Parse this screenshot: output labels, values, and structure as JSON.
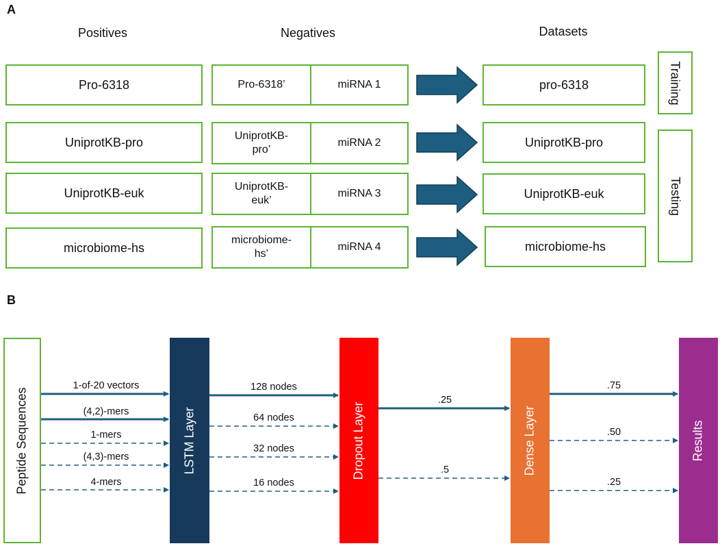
{
  "panelA": {
    "letter": "A",
    "headers": {
      "positives": "Positives",
      "negatives": "Negatives",
      "datasets": "Datasets"
    },
    "rows": [
      {
        "positive": "Pro-6318",
        "negative_left": "Pro-6318’",
        "negative_right": "miRNA 1",
        "dataset": "pro-6318"
      },
      {
        "positive": "UniprotKB-pro",
        "negative_left": "UniprotKB-\npro’",
        "negative_right": "miRNA 2",
        "dataset": "UniprotKB-pro"
      },
      {
        "positive": "UniprotKB-euk",
        "negative_left": "UniprotKB-\neuk’",
        "negative_right": "miRNA 3",
        "dataset": "UniprotKB-euk"
      },
      {
        "positive": "microbiome-hs",
        "negative_left": "microbiome-\nhs’",
        "negative_right": "miRNA 4",
        "dataset": "microbiome-hs"
      }
    ],
    "side_labels": {
      "training": "Training",
      "testing": "Testing"
    },
    "colors": {
      "border": "#5cb531",
      "arrow": "#1d5e80"
    }
  },
  "panelB": {
    "letter": "B",
    "nodes": {
      "input": "Peptide Sequences",
      "lstm": "LSTM Layer",
      "dropout": "Dropout Layer",
      "dense": "Dense Layer",
      "results": "Results"
    },
    "colors": {
      "lstm": "#173a5c",
      "dropout": "#ff0000",
      "dense": "#e97132",
      "results": "#9b2d8e",
      "edge": "#1d5e80",
      "input_border": "#5cb531"
    },
    "edges_input_lstm": [
      {
        "label": "1-of-20 vectors",
        "style": "solid"
      },
      {
        "label": "(4,2)-mers",
        "style": "solid"
      },
      {
        "label": "1-mers",
        "style": "dashed"
      },
      {
        "label": "(4,3)-mers",
        "style": "dashed"
      },
      {
        "label": "4-mers",
        "style": "dashed"
      }
    ],
    "edges_lstm_dropout": [
      {
        "label": "128 nodes",
        "style": "solid"
      },
      {
        "label": "64 nodes",
        "style": "dashed"
      },
      {
        "label": "32 nodes",
        "style": "dashed"
      },
      {
        "label": "16 nodes",
        "style": "dashed"
      }
    ],
    "edges_dropout_dense": [
      {
        "label": ".25",
        "style": "solid"
      },
      {
        "label": ".5",
        "style": "dashed"
      }
    ],
    "edges_dense_results": [
      {
        "label": ".75",
        "style": "solid"
      },
      {
        "label": ".50",
        "style": "dashed"
      },
      {
        "label": ".25",
        "style": "dashed"
      }
    ]
  }
}
